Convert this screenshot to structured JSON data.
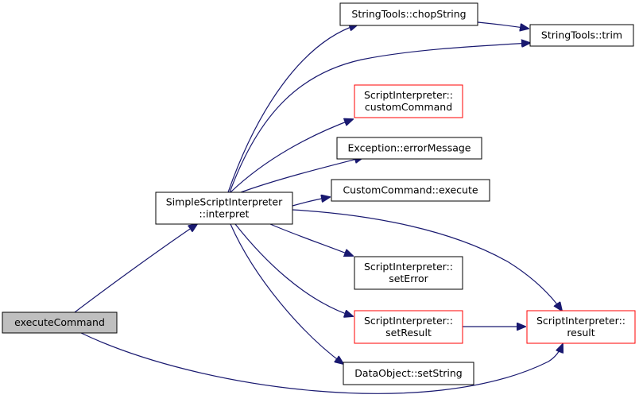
{
  "graph": {
    "nodes": [
      {
        "id": "executeCommand",
        "lines": [
          "executeCommand"
        ],
        "border": "black",
        "fill": "#bfbfbf"
      },
      {
        "id": "interpret",
        "lines": [
          "SimpleScriptInterpreter",
          "::interpret"
        ],
        "border": "black",
        "fill": "#ffffff"
      },
      {
        "id": "chopString",
        "lines": [
          "StringTools::chopString"
        ],
        "border": "black",
        "fill": "#ffffff"
      },
      {
        "id": "trim",
        "lines": [
          "StringTools::trim"
        ],
        "border": "black",
        "fill": "#ffffff"
      },
      {
        "id": "customCommand",
        "lines": [
          "ScriptInterpreter::",
          "customCommand"
        ],
        "border": "red",
        "fill": "#ffffff"
      },
      {
        "id": "errorMessage",
        "lines": [
          "Exception::errorMessage"
        ],
        "border": "black",
        "fill": "#ffffff"
      },
      {
        "id": "execute",
        "lines": [
          "CustomCommand::execute"
        ],
        "border": "black",
        "fill": "#ffffff"
      },
      {
        "id": "setError",
        "lines": [
          "ScriptInterpreter::",
          "setError"
        ],
        "border": "black",
        "fill": "#ffffff"
      },
      {
        "id": "setResult",
        "lines": [
          "ScriptInterpreter::",
          "setResult"
        ],
        "border": "red",
        "fill": "#ffffff"
      },
      {
        "id": "setString",
        "lines": [
          "DataObject::setString"
        ],
        "border": "black",
        "fill": "#ffffff"
      },
      {
        "id": "result",
        "lines": [
          "ScriptInterpreter::",
          "result"
        ],
        "border": "red",
        "fill": "#ffffff"
      }
    ],
    "edges": [
      {
        "from": "executeCommand",
        "to": "interpret"
      },
      {
        "from": "executeCommand",
        "to": "result"
      },
      {
        "from": "interpret",
        "to": "chopString"
      },
      {
        "from": "interpret",
        "to": "trim"
      },
      {
        "from": "interpret",
        "to": "customCommand"
      },
      {
        "from": "interpret",
        "to": "errorMessage"
      },
      {
        "from": "interpret",
        "to": "execute"
      },
      {
        "from": "interpret",
        "to": "result"
      },
      {
        "from": "interpret",
        "to": "setError"
      },
      {
        "from": "interpret",
        "to": "setResult"
      },
      {
        "from": "interpret",
        "to": "setString"
      },
      {
        "from": "chopString",
        "to": "trim"
      },
      {
        "from": "setResult",
        "to": "result"
      }
    ],
    "colors": {
      "edge": "#191970",
      "red_border": "#ff0000",
      "black_border": "#000000",
      "highlight_fill": "#bfbfbf"
    }
  }
}
